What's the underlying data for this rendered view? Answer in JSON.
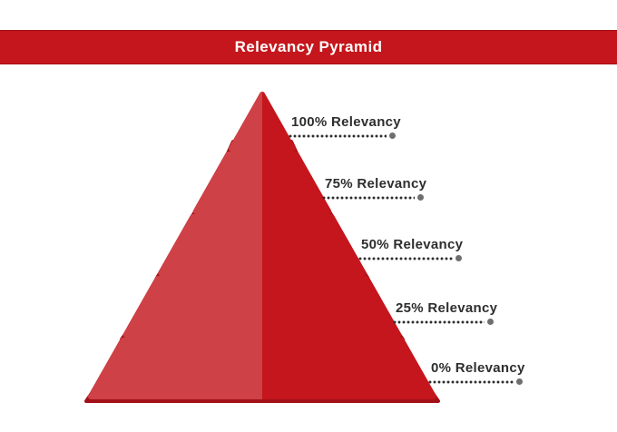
{
  "header": {
    "title": "Relevancy Pyramid",
    "background_color": "#C4161C",
    "text_color": "#FFFFFF"
  },
  "pyramid": {
    "type": "pyramid-diagram",
    "levels": [
      {
        "label": "100% Relevancy"
      },
      {
        "label": "75% Relevancy"
      },
      {
        "label": "50% Relevancy"
      },
      {
        "label": "25% Relevancy"
      },
      {
        "label": "0% Relevancy"
      }
    ],
    "colors": {
      "left_half": "#CE4147",
      "right_half": "#C4161C",
      "bottom_edge": "#A31118",
      "label_text": "#2E2E2E",
      "dotted_line": "#2E2E2E",
      "end_dot": "#6E6E6E"
    }
  }
}
